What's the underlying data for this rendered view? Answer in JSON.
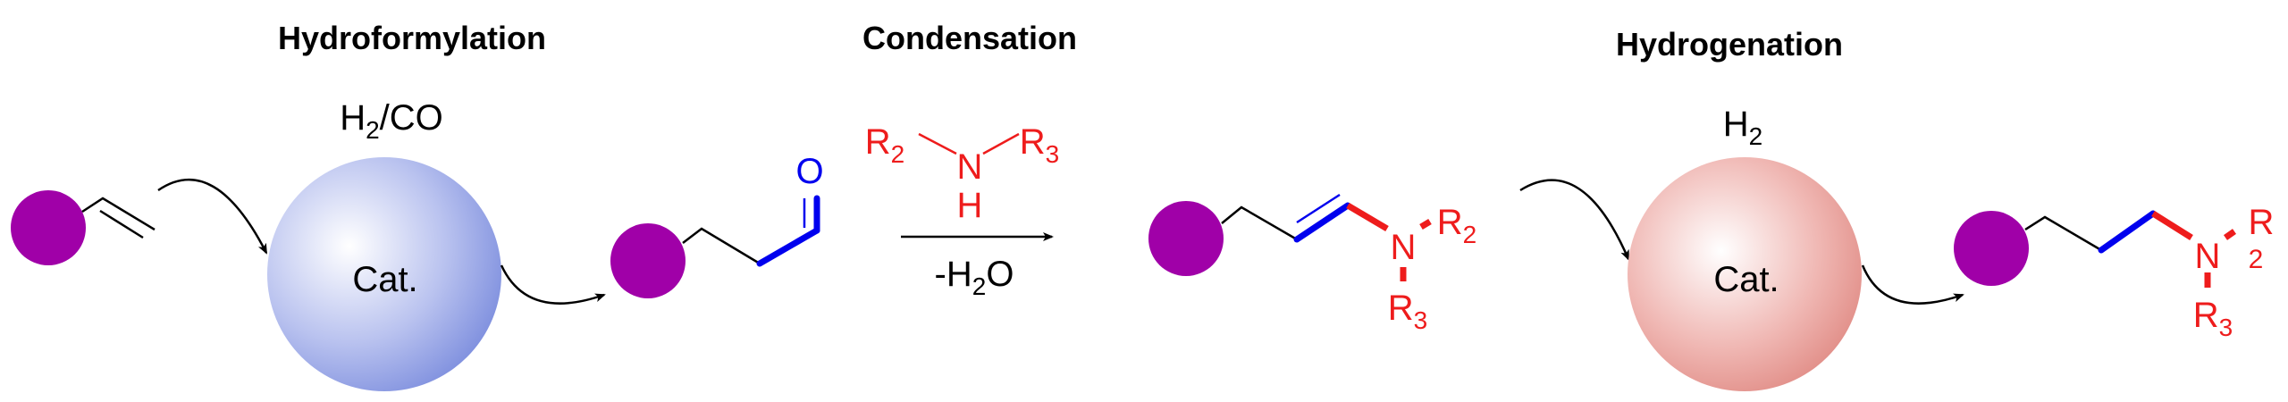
{
  "steps": {
    "hydroformylation": "Hydroformylation",
    "condensation": "Condensation",
    "hydrogenation": "Hydrogenation"
  },
  "hydroformylation_reagent": {
    "h": "H",
    "sub": "2",
    "rest": "/CO"
  },
  "hydrogenation_reagent": {
    "h": "H",
    "sub": "2"
  },
  "catalyst_label": "Cat.",
  "aldehyde_oxygen": "O",
  "amine": {
    "r2": "R",
    "r2_sub": "2",
    "n": "N",
    "r3": "R",
    "r3_sub": "3",
    "h": "H"
  },
  "condensation_byproduct": {
    "pre": "-H",
    "sub": "2",
    "post": "O"
  },
  "enamine": {
    "n": "N",
    "r2": "R",
    "r2_sub": "2",
    "r3": "R",
    "r3_sub": "3"
  },
  "amine_product": {
    "n": "N",
    "r2": "R",
    "r2_sub": "2",
    "r3": "R",
    "r3_sub": "3"
  },
  "colors": {
    "substrate": "#a000a8",
    "new_bonds": "#0000ee",
    "amine": "#ee1c1c",
    "catalyst_1": "#7f8fe0",
    "catalyst_2": "#e08880"
  }
}
